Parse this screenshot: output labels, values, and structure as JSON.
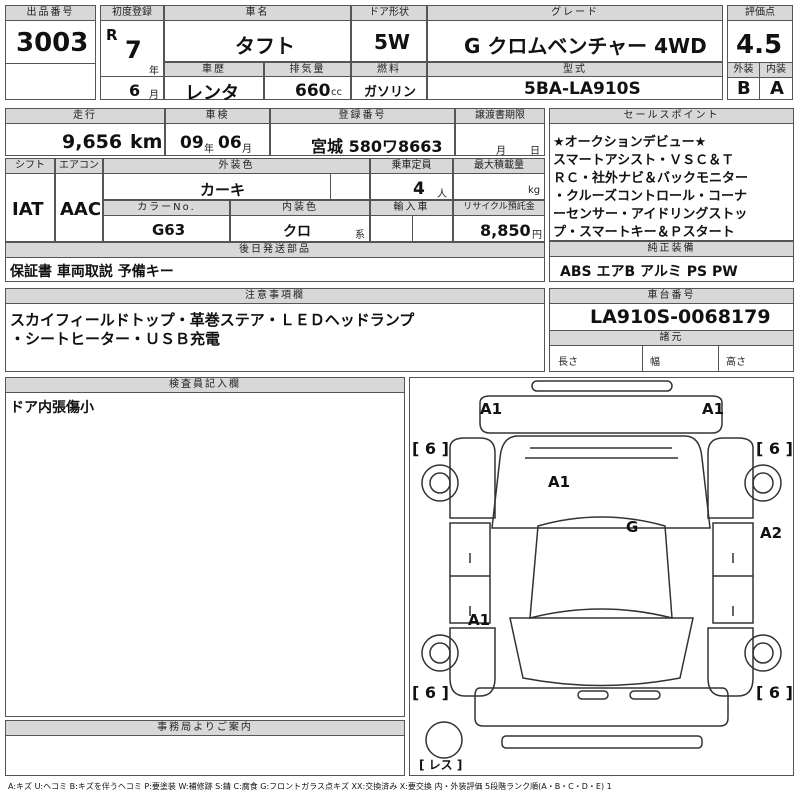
{
  "lot": {
    "label": "出品番号",
    "value": "3003"
  },
  "first_reg": {
    "label": "初度登録",
    "era": "R",
    "year": "7",
    "year_unit": "年",
    "month": "6",
    "month_unit": "月"
  },
  "car_name": {
    "label": "車名",
    "value": "タフト"
  },
  "door": {
    "label": "ドア形状",
    "value": "5W"
  },
  "grade": {
    "label": "グレード",
    "value": "G クロムベンチャー 4WD"
  },
  "score": {
    "label": "評価点",
    "value": "4.5"
  },
  "history": {
    "label": "車歴",
    "value": "レンタ"
  },
  "displacement": {
    "label": "排気量",
    "value": "660",
    "unit": "cc"
  },
  "fuel": {
    "label": "燃料",
    "value": "ガソリン"
  },
  "model": {
    "label": "型式",
    "value": "5BA-LA910S"
  },
  "exterior_grade": {
    "label": "外装",
    "value": "B"
  },
  "interior_grade": {
    "label": "内装",
    "value": "A"
  },
  "mileage": {
    "label": "走行",
    "value": "9,656",
    "unit": "km"
  },
  "inspection": {
    "label": "車検",
    "year": "09",
    "year_unit": "年",
    "month": "06",
    "month_unit": "月"
  },
  "plate": {
    "label": "登録番号",
    "value": "宮城 580ワ8663"
  },
  "transfer": {
    "label": "譲渡書期限",
    "month_unit": "月",
    "day_unit": "日"
  },
  "sales_point": {
    "label": "セールスポイント",
    "lines": [
      "★オークションデビュー★",
      "スマートアシスト・ＶＳＣ＆Ｔ",
      "ＲＣ・社外ナビ＆バックモニター",
      "・クルーズコントロール・コーナ",
      "ーセンサー・アイドリングストッ",
      "プ・スマートキー＆Ｐスタート"
    ]
  },
  "shift": {
    "label": "シフト",
    "value": "IAT"
  },
  "aircon": {
    "label": "エアコン",
    "value": "AAC"
  },
  "ext_color": {
    "label": "外装色",
    "value": "カーキ"
  },
  "capacity": {
    "label": "乗車定員",
    "value": "4",
    "unit": "人"
  },
  "max_load": {
    "label": "最大積載量",
    "unit": "kg"
  },
  "color_no": {
    "label": "カラーNo.",
    "value": "G63"
  },
  "int_color": {
    "label": "内装色",
    "value": "クロ",
    "unit": "系"
  },
  "import": {
    "label": "輸入車"
  },
  "recycle": {
    "label": "リサイクル預託金",
    "value": "8,850",
    "unit": "円"
  },
  "later_parts": {
    "label": "後日発送部品",
    "value": "保証書 車両取説 予備キー"
  },
  "equipment": {
    "label": "純正装備",
    "value": "ABS エアB アルミ PS PW"
  },
  "notes": {
    "label": "注意事項欄",
    "lines": [
      "スカイフィールドトップ・革巻ステア・ＬＥＤヘッドランプ",
      "・シートヒーター・ＵＳＢ充電"
    ]
  },
  "chassis": {
    "label": "車台番号",
    "value": "LA910S-0068179"
  },
  "specs": {
    "label": "諸元",
    "length": "長さ",
    "width": "幅",
    "height": "高さ"
  },
  "inspector": {
    "label": "検査員記入欄",
    "value": "ドア内張傷小"
  },
  "office": {
    "label": "事務局よりご案内"
  },
  "diagram": {
    "marks": {
      "a1_front_left": "A1",
      "a1_front_right": "A1",
      "a1_hood": "A1",
      "g_roof": "G",
      "a2_right": "A2",
      "a1_rear_left": "A1",
      "tire_fl": "[ 6 ]",
      "tire_fr": "[ 6 ]",
      "tire_rl": "[ 6 ]",
      "tire_rr": "[ 6 ]",
      "spare": "[ レス ]"
    }
  },
  "legend": "A:キズ U:ヘコミ B:キズを伴うヘコミ P:要塗装 W:補修跡 S:錆 C:腐食 G:フロントガラス点キズ XX:交換済み X:要交換 内・外装評価 5段階ランク順(A・B・C・D・E) 1"
}
